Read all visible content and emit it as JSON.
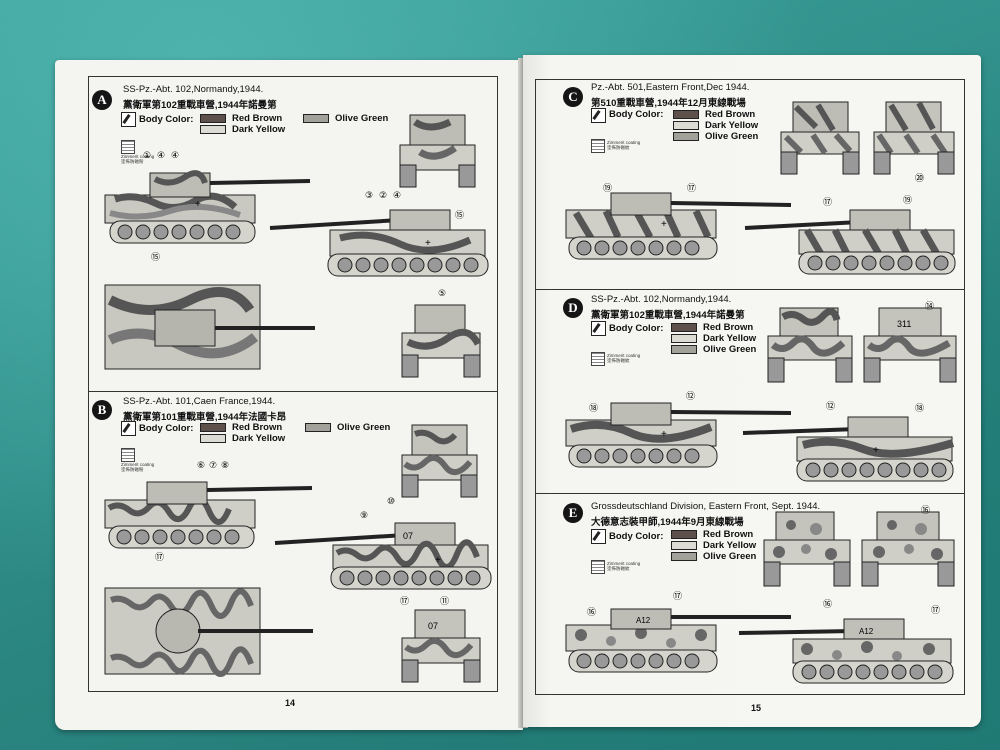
{
  "pages": {
    "left": {
      "page_number": "14",
      "sections": [
        {
          "letter": "A",
          "title": "SS-Pz.-Abt. 102,Normandy,1944.",
          "subtitle": "黨衛軍第102重戰車營,1944年諾曼第",
          "body_color_label": "Body Color:",
          "colors": [
            "Red Brown",
            "Dark Yellow",
            "Olive Green"
          ],
          "zimmerit": [
            "Zimmerit coating",
            "塗佈防磁粉"
          ],
          "callouts": [
            "①",
            "④",
            "④",
            "③",
            "②",
            "④",
            "⑮",
            "⑮",
            "⑤"
          ]
        },
        {
          "letter": "B",
          "title": "SS-Pz.-Abt. 101,Caen France,1944.",
          "subtitle": "黨衛軍第101重戰車營,1944年法國卡昂",
          "body_color_label": "Body Color:",
          "colors": [
            "Red Brown",
            "Dark Yellow",
            "Olive Green"
          ],
          "zimmerit": [
            "Zimmerit coating",
            "塗佈防磁粉"
          ],
          "callouts": [
            "⑥",
            "⑦",
            "⑧",
            "⑩",
            "⑨",
            "⑰",
            "⑰",
            "⑪"
          ]
        }
      ]
    },
    "right": {
      "page_number": "15",
      "sections": [
        {
          "letter": "C",
          "title": "Pz.-Abt. 501,Eastern Front,Dec 1944.",
          "subtitle": "第510重戰車營,1944年12月東線戰場",
          "body_color_label": "Body Color:",
          "colors": [
            "Red Brown",
            "Dark Yellow",
            "Olive Green"
          ],
          "zimmerit": [
            "Zimmerit coating",
            "塗佈防磁紋"
          ],
          "callouts": [
            "⑳",
            "⑲",
            "⑰",
            "⑰",
            "⑲"
          ]
        },
        {
          "letter": "D",
          "title": "SS-Pz.-Abt. 102,Normandy,1944.",
          "subtitle": "黨衛軍第102重戰車營,1944年諾曼第",
          "body_color_label": "Body Color:",
          "colors": [
            "Red Brown",
            "Dark Yellow",
            "Olive Green"
          ],
          "zimmerit": [
            "Zimmerit coating",
            "塗佈防磁紋"
          ],
          "turret_number": "311",
          "callouts": [
            "⑭",
            "⑱",
            "⑫",
            "⑫",
            "⑱"
          ]
        },
        {
          "letter": "E",
          "title": "Grossdeutschland Division, Eastern Front, Sept. 1944.",
          "subtitle": "大德意志裝甲師,1944年9月東線戰場",
          "body_color_label": "Body Color:",
          "colors": [
            "Red Brown",
            "Dark Yellow",
            "Olive Green"
          ],
          "zimmerit": [
            "Zimmerit coating",
            "塗佈防磁紋"
          ],
          "callouts": [
            "⑯",
            "⑰",
            "⑯",
            "⑯",
            "⑰"
          ]
        }
      ]
    }
  },
  "palette": {
    "red_brown": "#6b5a52",
    "dark_yellow": "#d9d9cf",
    "olive_green": "#9a9a92",
    "camo_dark": "#4a4a48",
    "camo_mid": "#8c8c86",
    "camo_light": "#d4d4cc"
  }
}
